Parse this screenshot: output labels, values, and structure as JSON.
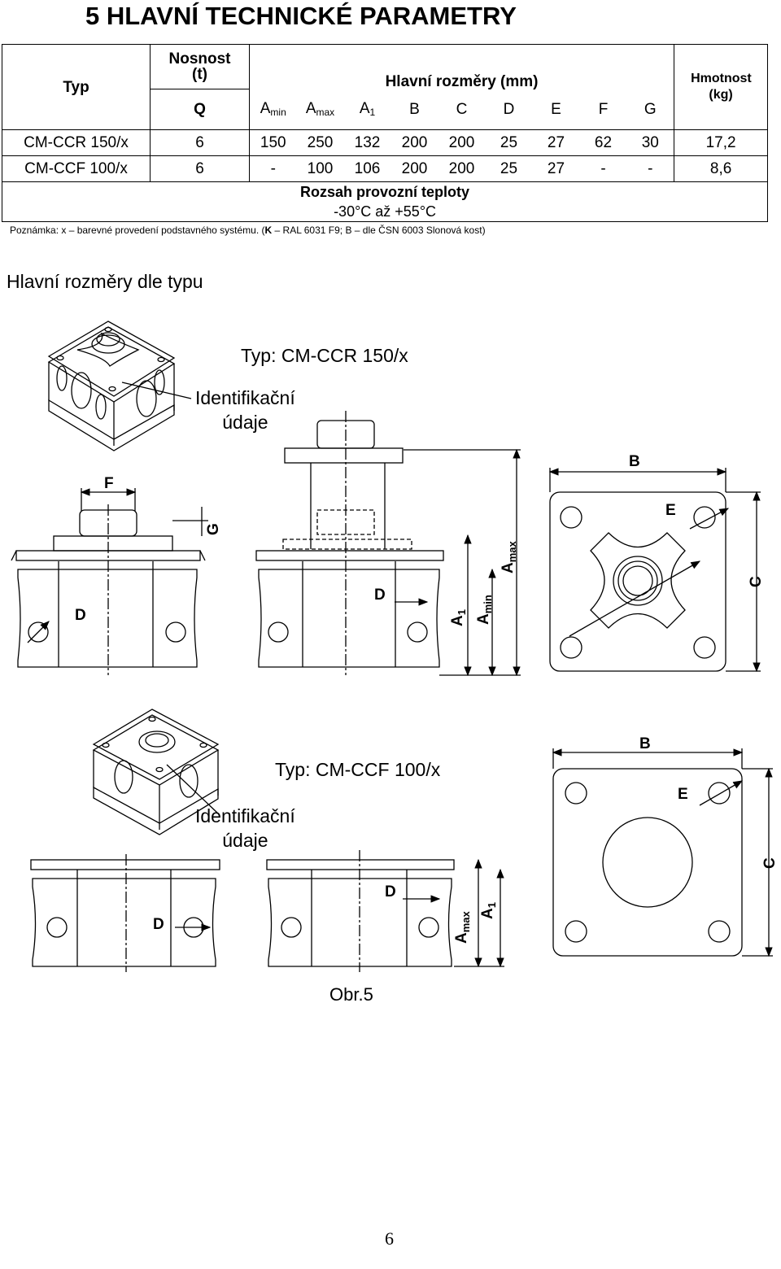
{
  "heading": "5 HLAVNÍ TECHNICKÉ PARAMETRY",
  "table": {
    "col_typ": "Typ",
    "col_nosnost": "Nosnost (t)",
    "col_q": "Q",
    "col_dims": "Hlavní rozměry (mm)",
    "col_mass": "Hmotnost (kg)",
    "amin_base": "A",
    "amin_sub": "min",
    "amax_base": "A",
    "amax_sub": "max",
    "a1_base": "A",
    "a1_sub": "1",
    "dim_b": "B",
    "dim_c": "C",
    "dim_d": "D",
    "dim_e": "E",
    "dim_f": "F",
    "dim_g": "G",
    "rows": [
      {
        "typ": "CM-CCR 150/x",
        "q": "6",
        "amin": "150",
        "amax": "250",
        "a1": "132",
        "b": "200",
        "c": "200",
        "d": "25",
        "e": "27",
        "f": "62",
        "g": "30",
        "mass": "17,2"
      },
      {
        "typ": "CM-CCF 100/x",
        "q": "6",
        "amin": "-",
        "amax": "100",
        "a1": "106",
        "b": "200",
        "c": "200",
        "d": "25",
        "e": "27",
        "f": "-",
        "g": "-",
        "mass": "8,6"
      }
    ],
    "temp_title": "Rozsah provozní teploty",
    "temp_value": "-30°C až +55°C"
  },
  "note_a": "Poznámka: x – barevné provedení podstavného systému. (",
  "note_k": "K",
  "note_b": " – RAL 6031 F9; B – dle ČSN 6003 Slonová kost)",
  "sub_heading": "Hlavní rozměry dle typu",
  "figure1": {
    "type_label": "Typ: CM-CCR 150/x",
    "ident_line1": "Identifikační",
    "ident_line2": "údaje"
  },
  "figure2": {
    "type_label": "Typ: CM-CCF 100/x",
    "ident_line1": "Identifikační",
    "ident_line2": "údaje"
  },
  "dim_labels": {
    "f": "F",
    "g": "G",
    "d": "D",
    "b": "B",
    "e": "E",
    "c": "C",
    "a": "A",
    "sub_min": "min",
    "sub_max": "max",
    "sub_1": "1"
  },
  "figure_caption": "Obr.5",
  "page_number": "6"
}
